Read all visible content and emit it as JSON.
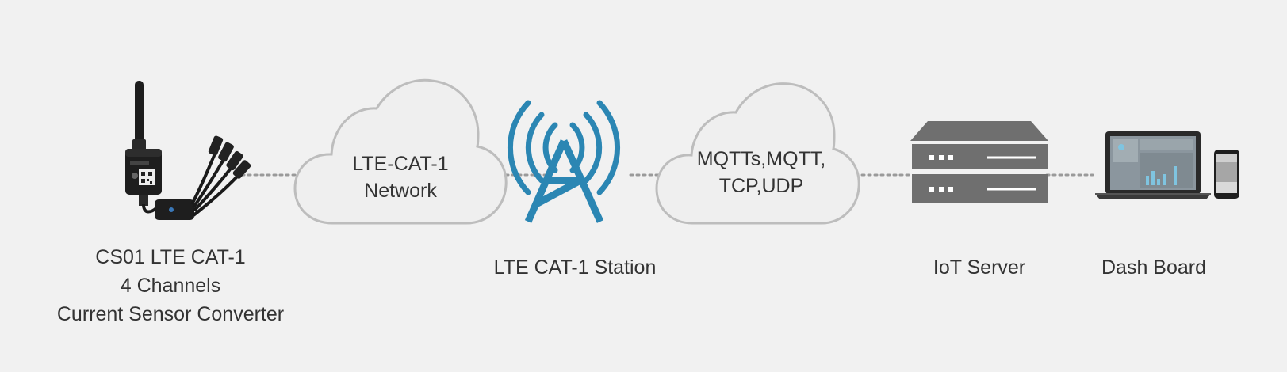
{
  "nodes": {
    "sensor": {
      "label_lines": [
        "CS01 LTE CAT-1",
        "4 Channels",
        "Current Sensor Converter"
      ]
    },
    "network_cloud": {
      "text_lines": [
        "LTE-CAT-1",
        "Network"
      ]
    },
    "station": {
      "label": "LTE CAT-1 Station"
    },
    "protocol_cloud": {
      "text_lines": [
        "MQTTs,MQTT,",
        "TCP,UDP"
      ]
    },
    "server": {
      "label": "IoT Server"
    },
    "dashboard": {
      "label": "Dash Board"
    }
  },
  "colors": {
    "background": "#f1f1f1",
    "text": "#333333",
    "tower": "#2b86b3",
    "server": "#6f6f6f",
    "cloud_fill": "#efefef",
    "cloud_stroke": "#bdbdbd",
    "connector": "#9a9a9a"
  },
  "icons": [
    "sensor-device-icon",
    "cloud-icon",
    "tower-icon",
    "server-icon",
    "laptop-icon",
    "phone-icon"
  ]
}
